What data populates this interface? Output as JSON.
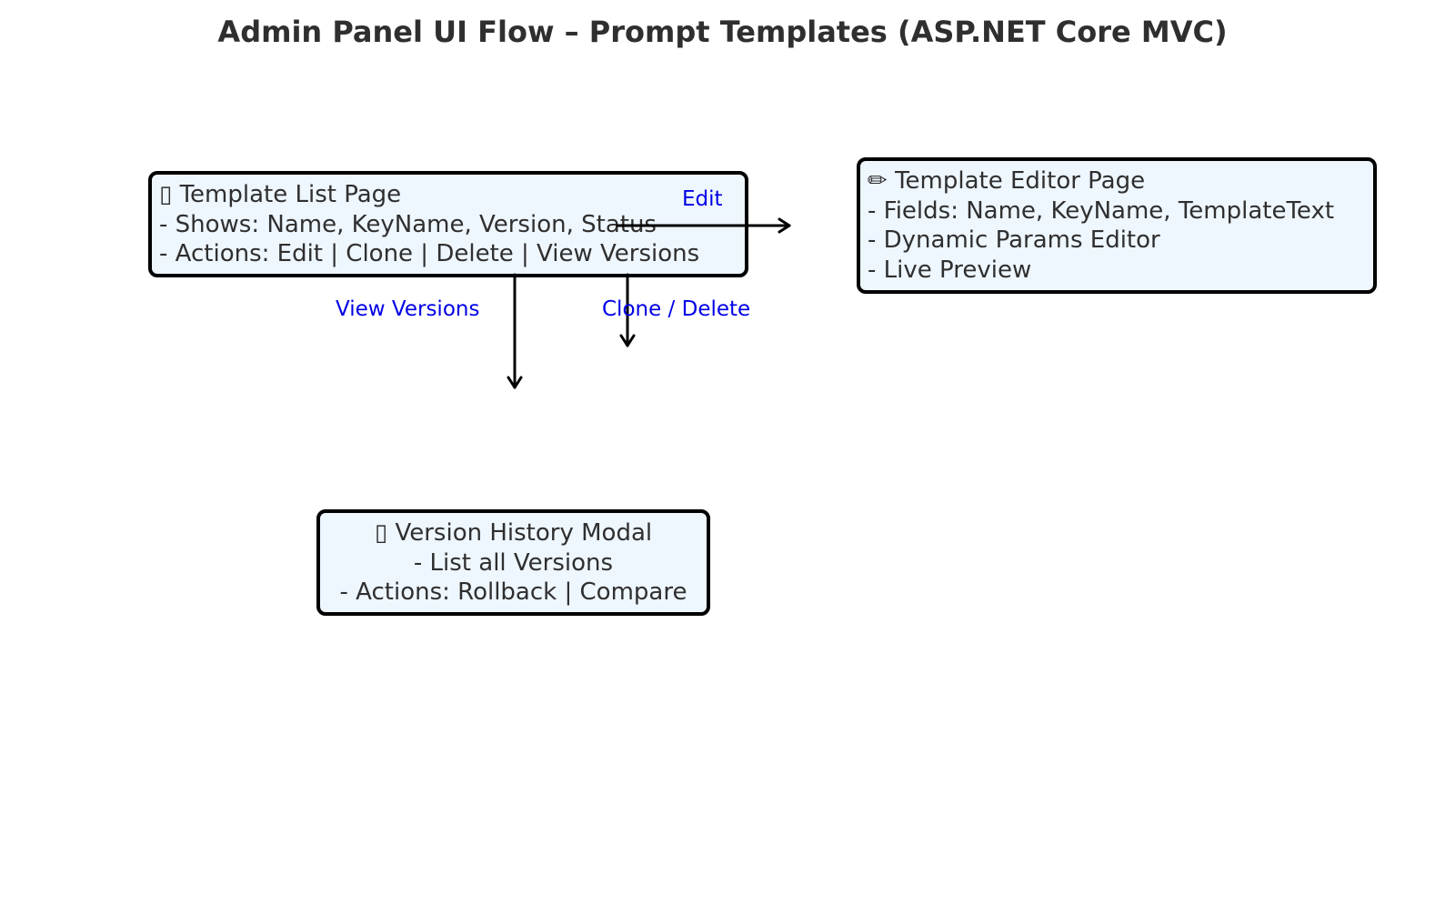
{
  "title": "Admin Panel UI Flow – Prompt Templates (ASP.NET Core MVC)",
  "colors": {
    "node_fill": "#eef6fe",
    "node_border": "#000000",
    "text": "#2f2f2f",
    "edge_label": "#0000e6",
    "edge": "#000000"
  },
  "nodes": {
    "template_list": {
      "icon": "document-icon",
      "icon_glyph": "",
      "lines": [
        "Template List Page",
        "- Shows: Name, KeyName, Version, Status",
        "- Actions: Edit | Clone | Delete | View Versions"
      ]
    },
    "template_editor": {
      "icon": "pencil-icon",
      "icon_glyph": "✏",
      "lines": [
        "Template Editor Page",
        "- Fields: Name, KeyName, TemplateText",
        "- Dynamic Params Editor",
        "- Live Preview"
      ]
    },
    "version_history": {
      "icon": "history-icon",
      "icon_glyph": "",
      "lines": [
        "Version History Modal",
        "- List all Versions",
        "- Actions: Rollback | Compare"
      ]
    }
  },
  "edges": {
    "edit": {
      "label": "Edit"
    },
    "view_versions": {
      "label": "View Versions"
    },
    "clone_delete": {
      "label": "Clone / Delete"
    }
  }
}
